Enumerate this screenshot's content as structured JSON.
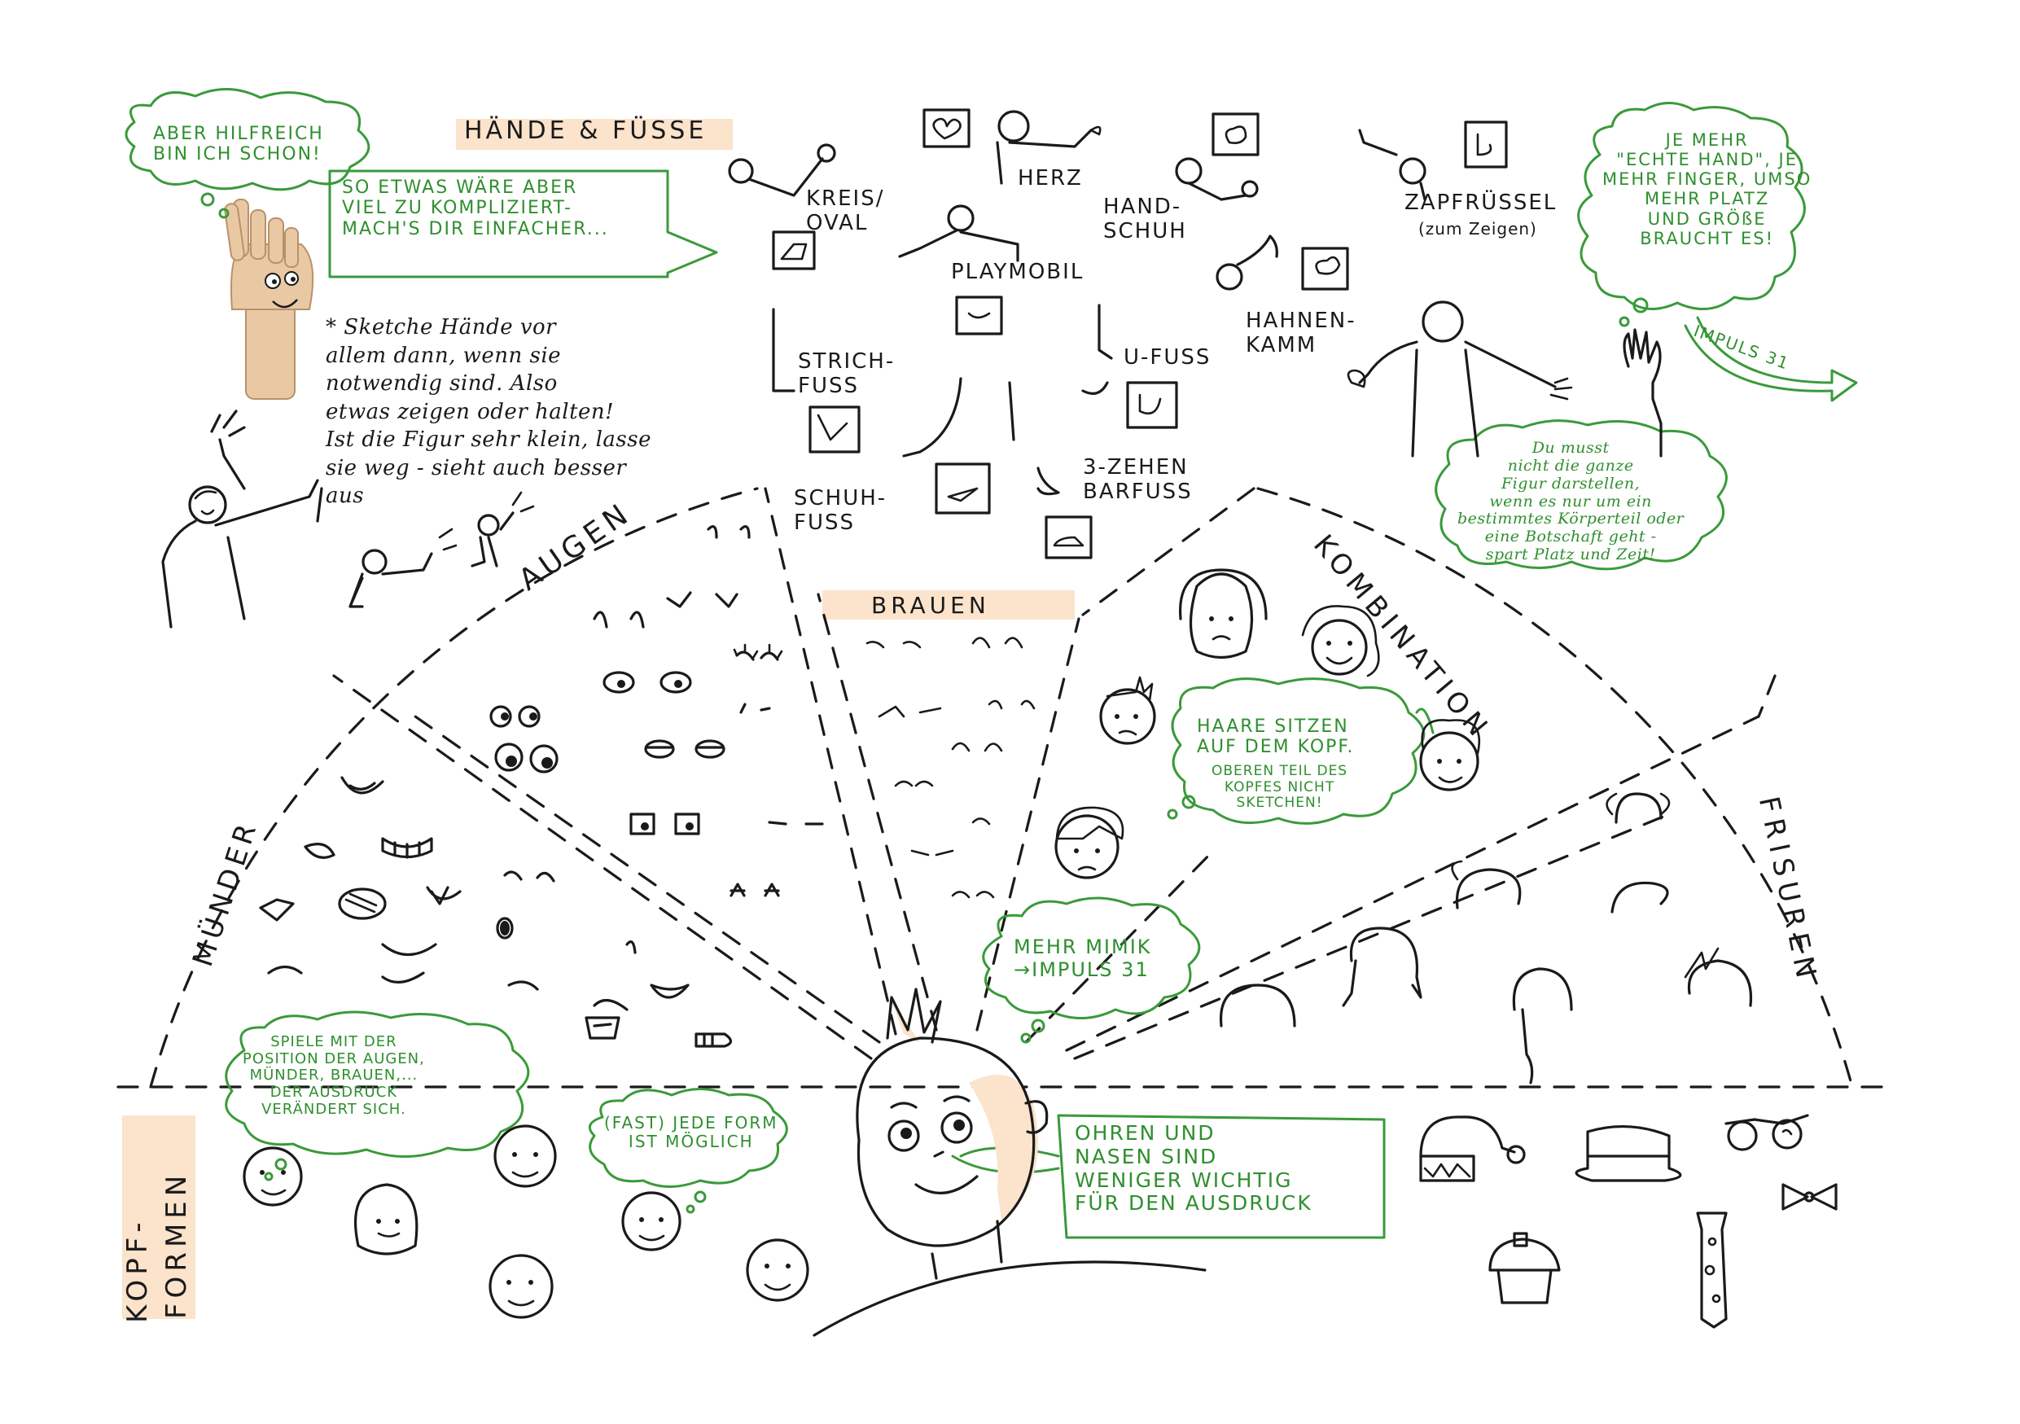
{
  "headers": {
    "haende": "HÄNDE & FÜSSE",
    "augen": "AUGEN",
    "brauen": "BRAUEN",
    "kombination": "KOMBINATION",
    "muender": "MÜNDER",
    "frisuren": "FRISUREN",
    "kopfformen_1": "KOPF-",
    "kopfformen_2": "FORMEN"
  },
  "hands": {
    "kreis": "KREIS/\nOVAL",
    "herz": "HERZ",
    "handschuh": "HAND-\nSCHUH",
    "zapfruessel": "ZAPFRÜSSEL",
    "zapfruessel_sub": "(zum Zeigen)",
    "playmobil": "PLAYMOBIL",
    "hahnenkamm": "HAHNEN-\nKAMM",
    "strichfuss": "STRICH-\nFUSS",
    "ufuss": "U-FUSS",
    "schuhfuss": "SCHUH-\nFUSS",
    "zehen": "3-ZEHEN\nBARFUSS"
  },
  "bubbles": {
    "hilfreich": "ABER HILFREICH\nBIN ICH SCHON!",
    "kompliziert": "SO ETWAS WÄRE ABER\nVIEL ZU KOMPLIZIERT-\nMACH'S DIR EINFACHER...",
    "echte_hand": "JE MEHR\n\"ECHTE HAND\", JE\nMEHR FINGER, UMSO\nMEHR PLATZ\nUND GRÖßE\nBRAUCHT ES!",
    "impuls_arrow": "IMPULS 31",
    "ganze_figur": "Du musst\nnicht die ganze\nFigur darstellen,\nwenn es nur um ein\nbestimmtes Körperteil oder\neine Botschaft geht -\nspart Platz und Zeit!",
    "haare": "HAARE SITZEN\nAUF DEM KOPF.",
    "haare_sub": "OBEREN TEIL DES\nKOPFES NICHT\nSKETCHEN!",
    "mimik": "MEHR MIMIK\n→IMPULS 31",
    "spiele": "SPIELE MIT DER\nPOSITION DER AUGEN,\nMÜNDER, BRAUEN,...\nDER AUSDRUCK\nVERÄNDERT SICH.",
    "jede_form": "(FAST) JEDE FORM\nIST MÖGLICH",
    "ohren": "OHREN UND\nNASEN SIND\nWENIGER WICHTIG\nFÜR DEN AUSDRUCK"
  },
  "notes": {
    "sketche": "* Sketche Hände vor\nallem dann, wenn sie\nnotwendig sind. Also\netwas zeigen oder halten!\nIst die Figur sehr klein, lasse\nsie weg - sieht auch besser\naus"
  },
  "colors": {
    "ink": "#1a1a1a",
    "green": "#3a9a3a",
    "highlight": "#fbe3cc",
    "wood": "#e8c9a4"
  }
}
